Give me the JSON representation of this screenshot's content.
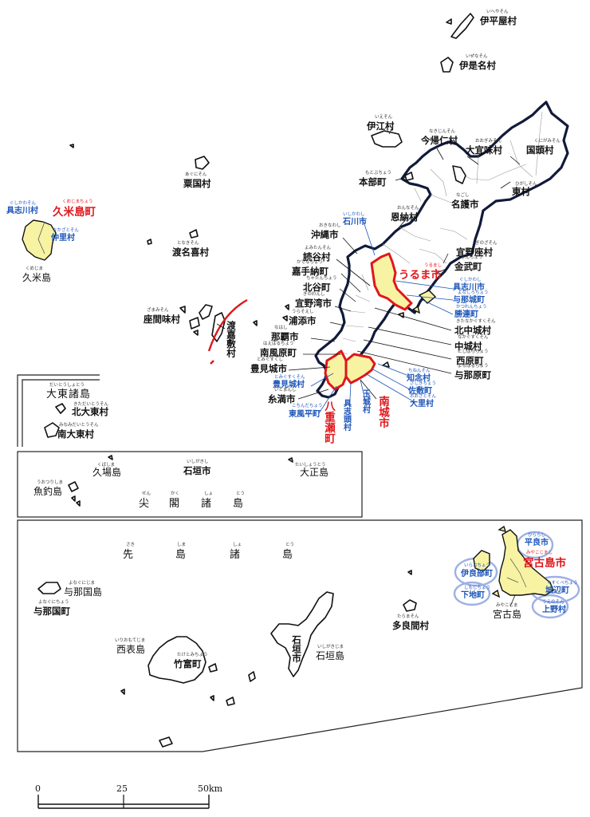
{
  "colors": {
    "merged_municipality": "#f7f3a3",
    "merged_outline": "#e0161b",
    "merged_new_name": "#e0161b",
    "merged_old_name": "#1d55b8",
    "old_miyako_ring": "#9db0e6",
    "boundary_thick": "#111a3a"
  },
  "north": {
    "iheya": {
      "ruby": "いへやそん",
      "name": "伊平屋村"
    },
    "izena": {
      "ruby": "いぜなそん",
      "name": "伊是名村"
    }
  },
  "okinawa_main": {
    "ie": {
      "ruby": "いえそん",
      "name": "伊江村"
    },
    "nakijin": {
      "ruby": "なきじんそん",
      "name": "今帰仁村"
    },
    "ogimi": {
      "ruby": "おおぎみそん",
      "name": "大宜味村"
    },
    "kunigami": {
      "ruby": "くにがみそん",
      "name": "国頭村"
    },
    "higashi": {
      "ruby": "ひがしそん",
      "name": "東村"
    },
    "motobu": {
      "ruby": "もとぶちょう",
      "name": "本部町"
    },
    "nago": {
      "ruby": "なごし",
      "name": "名護市"
    },
    "onna": {
      "ruby": "おんなそん",
      "name": "恩納村"
    },
    "ishikawa_old": {
      "ruby": "いしかわし",
      "name": "石川市"
    },
    "okinawa_city": {
      "ruby": "おきなわし",
      "name": "沖縄市"
    },
    "ginoza": {
      "ruby": "ぎのざそん",
      "name": "宜野座村"
    },
    "kin": {
      "ruby": "きんちょう",
      "name": "金武町"
    },
    "yomitan": {
      "ruby": "よみたんそん",
      "name": "読谷村"
    },
    "uruma": {
      "ruby": "うるまし",
      "name": "うるま市"
    },
    "kadena": {
      "ruby": "かでなちょう",
      "name": "嘉手納町"
    },
    "chatan": {
      "ruby": "ちゃたんちょう",
      "name": "北谷町"
    },
    "gushikawa_old": {
      "ruby": "ぐしかわし",
      "name": "具志川市"
    },
    "yonashiro_old": {
      "ruby": "よなしろちょう",
      "name": "与那城町"
    },
    "katsuren_old": {
      "ruby": "かつれんちょう",
      "name": "勝連町"
    },
    "ginowan": {
      "ruby": "ぎのわんし",
      "name": "宜野湾市"
    },
    "kitanakagusuku": {
      "ruby": "きたなかぐすくそん",
      "name": "北中城村"
    },
    "urasoe": {
      "ruby": "うらそえし",
      "name": "浦添市"
    },
    "nakagusuku": {
      "ruby": "なかぐすくそん",
      "name": "中城村"
    },
    "naha": {
      "ruby": "なはし",
      "name": "那覇市"
    },
    "nishihara": {
      "ruby": "にしはらちょう",
      "name": "西原町"
    },
    "haebaru": {
      "ruby": "はえばるちょう",
      "name": "南風原町"
    },
    "yonabaru": {
      "ruby": "よなばるちょう",
      "name": "与那原町"
    },
    "tomigusuku": {
      "ruby": "とみぐすくし",
      "name": "豊見城市"
    },
    "tomigusuku_old": {
      "ruby": "とみぐすくそん",
      "name": "豊見城村"
    },
    "chinen_old": {
      "ruby": "ちねんそん",
      "name": "知念村"
    },
    "itoman": {
      "ruby": "いとまんし",
      "name": "糸満市"
    },
    "sashiki_old": {
      "ruby": "さしきちょう",
      "name": "佐敷町"
    },
    "ozato_old": {
      "ruby": "おおざとそん",
      "name": "大里村"
    },
    "kochinda_old": {
      "ruby": "こちんだちょう",
      "name": "東風平町"
    },
    "gushichan_old": {
      "ruby": "ぐしちゃんそん",
      "name": "具志頭村"
    },
    "tamagusuku_old": {
      "ruby": "たまぐすくそん",
      "name": "玉城村"
    },
    "yaese": {
      "ruby": "やえせちょう",
      "name": "八重瀬町"
    },
    "nanjo": {
      "ruby": "なんじょうし",
      "name": "南城市"
    }
  },
  "west": {
    "aguni": {
      "ruby": "あぐにそん",
      "name": "粟国村"
    },
    "tonaki": {
      "ruby": "となきそん",
      "name": "渡名喜村"
    },
    "zamami": {
      "ruby": "ざまみそん",
      "name": "座間味村"
    },
    "tokashiki": {
      "ruby": "とかしきそん",
      "name": "渡嘉敷村"
    },
    "kumejima_town": {
      "ruby": "くめじまちょう",
      "name": "久米島町"
    },
    "gushikawa_village_old": {
      "ruby": "ぐしかわそん",
      "name": "具志川村"
    },
    "nakazato_old": {
      "ruby": "なかざとそん",
      "name": "仲里村"
    },
    "kumejima_island": {
      "ruby": "くめじま",
      "name": "久米島"
    }
  },
  "daito": {
    "group": {
      "ruby": "だいとうしょとう",
      "name": "大東諸島"
    },
    "kitadaito": {
      "ruby": "きただいとうそん",
      "name": "北大東村"
    },
    "minamidaito": {
      "ruby": "みなみだいとうそん",
      "name": "南大東村"
    }
  },
  "senkaku": {
    "kuba": {
      "ruby": "くばしま",
      "name": "久場島"
    },
    "ishigaki": {
      "ruby": "いしがきし",
      "name": "石垣市"
    },
    "taisho": {
      "ruby": "たいしょうとう",
      "name": "大正島"
    },
    "uotsuri": {
      "ruby": "うおつりしま",
      "name": "魚釣島"
    },
    "group_ruby": [
      "せん",
      "かく",
      "しょ",
      "とう"
    ],
    "group_chars": [
      "尖",
      "閣",
      "諸",
      "島"
    ]
  },
  "sakishima": {
    "group_ruby": [
      "さき",
      "しま",
      "しょ",
      "とう"
    ],
    "group_chars": [
      "先",
      "島",
      "諸",
      "島"
    ],
    "yonaguni_island": {
      "ruby": "よなぐにじま",
      "name": "与那国島"
    },
    "yonaguni_town": {
      "ruby": "よなぐにちょう",
      "name": "与那国町"
    },
    "iriomote": {
      "ruby": "いりおもてじま",
      "name": "西表島"
    },
    "taketomi": {
      "ruby": "たけとみちょう",
      "name": "竹富町"
    },
    "ishigaki_city": {
      "ruby": "いしがきし",
      "name": "石垣市"
    },
    "ishigaki_island": {
      "ruby": "いしがきじま",
      "name": "石垣島"
    },
    "tarama": {
      "ruby": "たらまそん",
      "name": "多良間村"
    },
    "miyakojima_city": {
      "ruby": "みやこじまし",
      "name": "宮古島市"
    },
    "hirara_old": {
      "ruby": "ひららし",
      "name": "平良市"
    },
    "irabu_old": {
      "ruby": "いらぶちょう",
      "name": "伊良部町"
    },
    "gusukube_old": {
      "ruby": "ぐすくべちょう",
      "name": "城辺町"
    },
    "shimoji_old": {
      "ruby": "しもじちょう",
      "name": "下地町"
    },
    "ueno_old": {
      "ruby": "うえのそん",
      "name": "上野村"
    },
    "miyako_island": {
      "ruby": "みやこじま",
      "name": "宮古島"
    }
  },
  "scale": {
    "ticks": [
      "0",
      "25",
      "50km"
    ]
  }
}
